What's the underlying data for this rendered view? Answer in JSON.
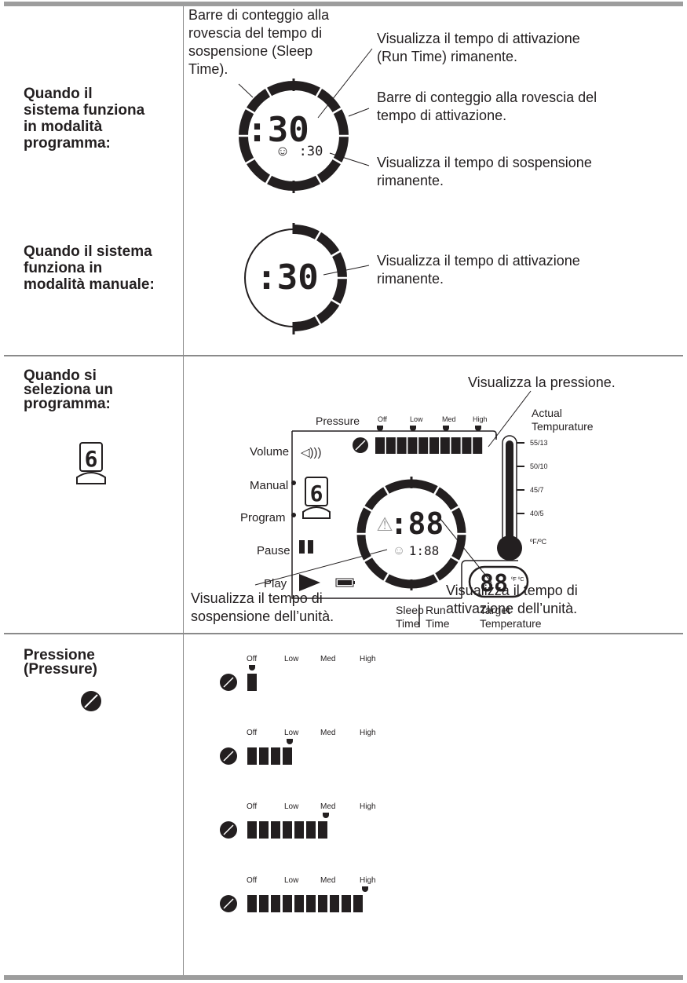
{
  "section_program": {
    "label": "Quando il sistema funziona in modalità programma:",
    "label_lines": [
      "Quando il",
      "sistema funziona",
      "in modalità",
      "programma:"
    ],
    "callouts": {
      "sleep_bars": [
        "Barre di conteggio alla",
        "rovescia del tempo di",
        "sospensione (Sleep",
        "Time)."
      ],
      "run_time": [
        "Visualizza il tempo di attivazione",
        "(Run Time) rimanente."
      ],
      "run_bars": [
        "Barre di conteggio alla rovescia del",
        "tempo di attivazione."
      ],
      "sleep_time": [
        "Visualizza il tempo di sospensione",
        "rimanente."
      ]
    },
    "dial": {
      "main_value": ":30",
      "small_value": ":30"
    }
  },
  "section_manual": {
    "label_lines": [
      "Quando il sistema",
      "funziona in",
      "modalità manuale:"
    ],
    "callout": [
      "Visualizza il tempo di attivazione",
      "rimanente."
    ],
    "dial": {
      "main_value": ":30"
    }
  },
  "section_select": {
    "label_lines": [
      "Quando si",
      "seleziona un",
      "programma:"
    ],
    "program_number": "6",
    "callouts": {
      "pressure": "Visualizza la pressione.",
      "sleep_unit": [
        "Visualizza il tempo di",
        "sospensione dell’unità."
      ],
      "run_unit": [
        "Visualizza il tempo di",
        "attivazione dell’unità."
      ]
    },
    "panel": {
      "pressure_label": "Pressure",
      "levels": [
        "Off",
        "Low",
        "Med",
        "High"
      ],
      "side_labels": [
        "Volume",
        "Manual",
        "Program",
        "Pause",
        "Play"
      ],
      "actual_temp_label": [
        "Actual",
        "Tempurature"
      ],
      "temp_scale": [
        "55/13",
        "50/10",
        "45/7",
        "40/5",
        "ºF/ºC"
      ],
      "main_value": ":88",
      "small_value": "1:88",
      "sleep_time_label": [
        "Sleep",
        "Time"
      ],
      "run_time_label": [
        "Run",
        "Time"
      ],
      "target_temp_value": "88",
      "target_temp_units": "ºF ºC",
      "target_temp_label": [
        "Target",
        "Temperature"
      ]
    }
  },
  "section_pressure": {
    "label_lines": [
      "Pressione",
      "(Pressure)"
    ],
    "levels": [
      "Off",
      "Low",
      "Med",
      "High"
    ],
    "states": [
      {
        "level": "Off",
        "bar_segments": 1
      },
      {
        "level": "Low",
        "bar_segments": 4
      },
      {
        "level": "Med",
        "bar_segments": 7
      },
      {
        "level": "High",
        "bar_segments": 10
      }
    ]
  },
  "colors": {
    "rule": "#9d9d9d",
    "ink": "#231f20"
  }
}
